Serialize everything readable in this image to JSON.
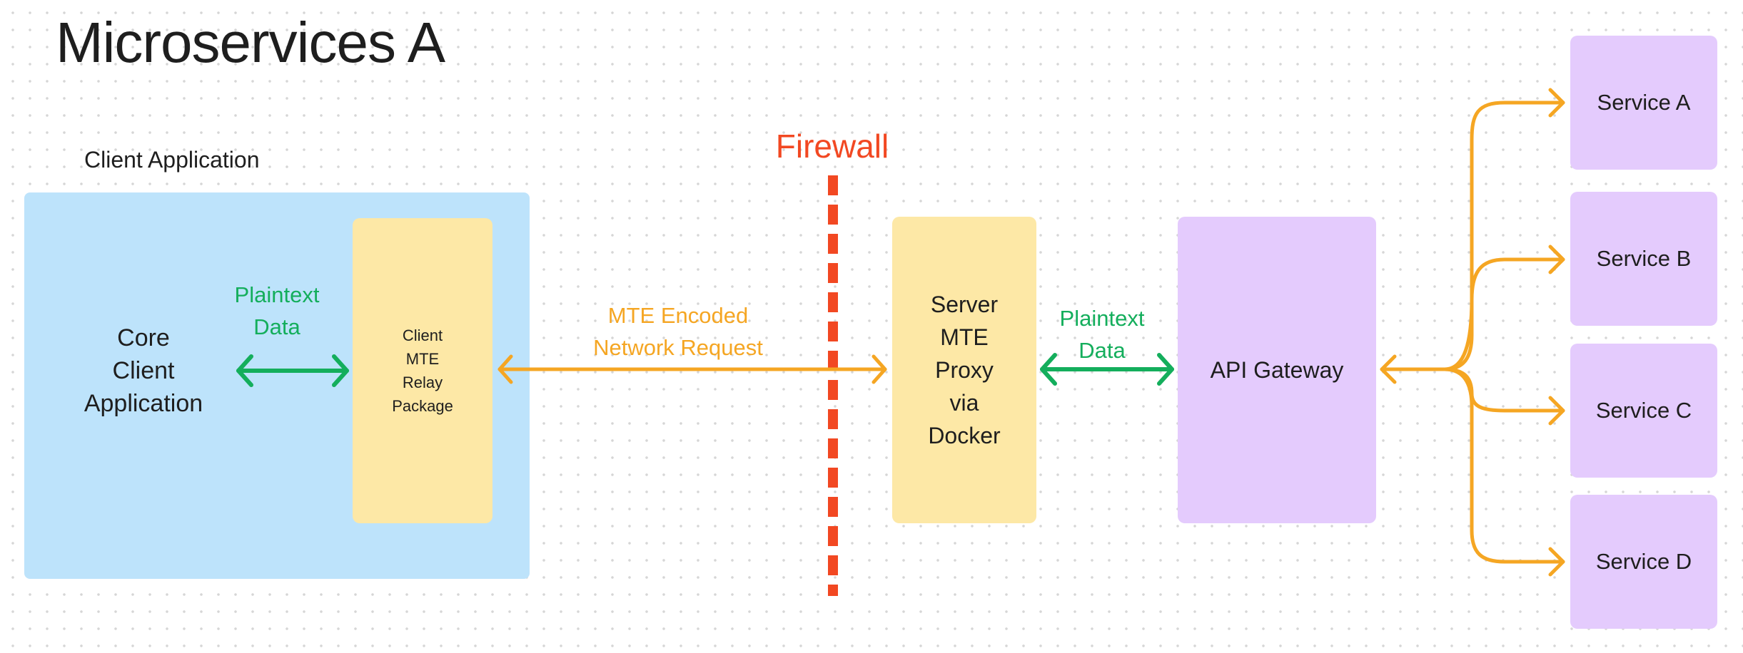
{
  "title": "Microservices A",
  "client_application": {
    "label": "Client Application",
    "core": [
      "Core",
      "Client",
      "Application"
    ],
    "relay": [
      "Client",
      "MTE",
      "Relay",
      "Package"
    ]
  },
  "labels": {
    "plaintext_left": [
      "Plaintext",
      "Data"
    ],
    "mte_encoded": [
      "MTE Encoded",
      "Network Request"
    ],
    "firewall": "Firewall",
    "plaintext_right": [
      "Plaintext",
      "Data"
    ]
  },
  "server_proxy": [
    "Server",
    "MTE",
    "Proxy",
    "via",
    "Docker"
  ],
  "api_gateway": "API Gateway",
  "services": [
    "Service A",
    "Service B",
    "Service C",
    "Service D"
  ],
  "colors": {
    "client_area": "#bde3fb",
    "package_yellow": "#fde8a6",
    "service_purple": "#e4cbfd",
    "plaintext_green": "#14ae5c",
    "encoded_orange": "#f5a623",
    "firewall_red": "#f24822"
  }
}
